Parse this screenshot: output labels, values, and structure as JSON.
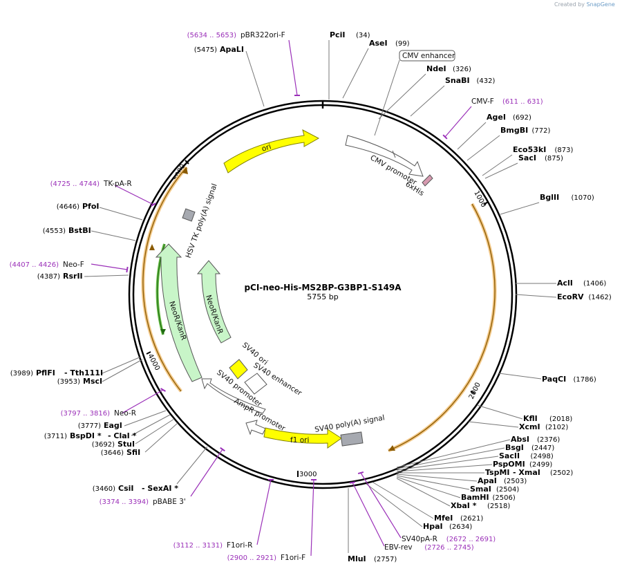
{
  "credit": {
    "prefix": "Created by",
    "brand": "SnapGene"
  },
  "plasmid": {
    "name": "pCI-neo-His-MS2BP-G3BP1-S149A",
    "length": "5755 bp"
  },
  "tick_labels": [
    "1000",
    "2000",
    "3000",
    "4000",
    "5000"
  ],
  "enzymes": [
    {
      "name": "PciI",
      "pos": "(34)"
    },
    {
      "name": "AseI",
      "pos": "(99)"
    },
    {
      "name": "NdeI",
      "pos": "(326)"
    },
    {
      "name": "SnaBI",
      "pos": "(432)"
    },
    {
      "name": "AgeI",
      "pos": "(692)"
    },
    {
      "name": "BmgBI",
      "pos": "(772)"
    },
    {
      "name": "Eco53kI",
      "pos": "(873)"
    },
    {
      "name": "SacI",
      "pos": "(875)"
    },
    {
      "name": "BglII",
      "pos": "(1070)"
    },
    {
      "name": "AclI",
      "pos": "(1406)"
    },
    {
      "name": "EcoRV",
      "pos": "(1462)"
    },
    {
      "name": "PaqCI",
      "pos": "(1786)"
    },
    {
      "name": "KflI",
      "pos": "(2018)"
    },
    {
      "name": "XcmI",
      "pos": "(2102)"
    },
    {
      "name": "AbsI",
      "pos": "(2376)"
    },
    {
      "name": "BsgI",
      "pos": "(2447)"
    },
    {
      "name": "SacII",
      "pos": "(2498)"
    },
    {
      "name": "PspOMI",
      "pos": "(2499)"
    },
    {
      "name": "TspMI",
      "pos": "- XmaI",
      "pos2": "(2502)"
    },
    {
      "name": "ApaI",
      "pos": "(2503)"
    },
    {
      "name": "SmaI",
      "pos": "(2504)"
    },
    {
      "name": "BamHI",
      "pos": "(2506)"
    },
    {
      "name": "XbaI *",
      "pos": "(2518)"
    },
    {
      "name": "MfeI",
      "pos": "(2621)"
    },
    {
      "name": "HpaI",
      "pos": "(2634)"
    },
    {
      "name": "MluI",
      "pos": "(2757)"
    },
    {
      "name": "CsiI",
      "pos": "(3460)",
      "extra": "- SexAI *"
    },
    {
      "name": "SfiI",
      "pos": "(3646)"
    },
    {
      "name": "StuI",
      "pos": "(3692)"
    },
    {
      "name": "BspDI *",
      "pos": "(3711)",
      "extra": "- ClaI *"
    },
    {
      "name": "EagI",
      "pos": "(3777)"
    },
    {
      "name": "MscI",
      "pos": "(3953)"
    },
    {
      "name": "PflFI",
      "pos": "(3989)",
      "extra": "- Tth111I"
    },
    {
      "name": "RsrII",
      "pos": "(4387)"
    },
    {
      "name": "BstBI",
      "pos": "(4553)"
    },
    {
      "name": "PfoI",
      "pos": "(4646)"
    },
    {
      "name": "ApaLI",
      "pos": "(5475)"
    }
  ],
  "primers": [
    {
      "name": "pBR322ori-F",
      "pos": "(5634 .. 5653)"
    },
    {
      "name": "CMV-F",
      "pos": "(611 .. 631)"
    },
    {
      "name": "TK-pA-R",
      "pos": "(4725 .. 4744)"
    },
    {
      "name": "Neo-F",
      "pos": "(4407 .. 4426)"
    },
    {
      "name": "Neo-R",
      "pos": "(3797 .. 3816)"
    },
    {
      "name": "pBABE 3'",
      "pos": "(3374 .. 3394)"
    },
    {
      "name": "F1ori-R",
      "pos": "(3112 .. 3131)"
    },
    {
      "name": "F1ori-F",
      "pos": "(2900 .. 2921)"
    },
    {
      "name": "SV40pA-R",
      "pos": "(2672 .. 2691)"
    },
    {
      "name": "EBV-rev",
      "pos": "(2726 .. 2745)"
    }
  ],
  "features": {
    "cmv_enhancer": "CMV enhancer",
    "cmv_promoter": "CMV promoter",
    "his": "6xHis",
    "ori": "ori",
    "hsv": "HSV TK poly(A) signal",
    "neo_outer": "NeoR/KanR",
    "neo_inner": "NeoR/KanR",
    "sv40_ori": "SV40 ori",
    "sv40_enh": "SV40 enhancer",
    "sv40_prom": "SV40 promoter",
    "ampr_prom": "AmpR promoter",
    "f1_ori": "f1 ori",
    "sv40_polya": "SV40 poly(A) signal"
  },
  "colors": {
    "primer": "#9a2fb8",
    "ori": "#ffff00",
    "neo": "#c8f5c8",
    "orf": "#f0b040"
  }
}
